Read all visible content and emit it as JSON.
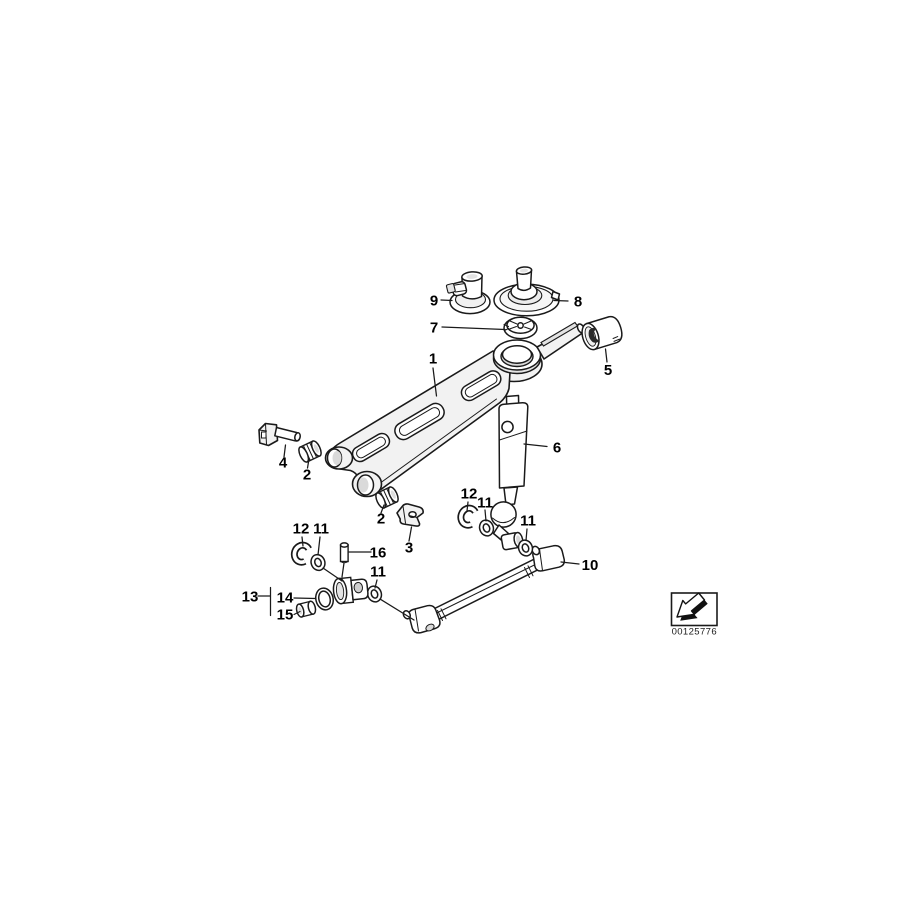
{
  "diagram": {
    "image_id": "00125776",
    "stamp_icon": "corner-arrow-icon",
    "colors": {
      "line": "#1a1a1a",
      "background": "#ffffff"
    },
    "callouts": {
      "c1": "1",
      "c2a": "2",
      "c2b": "2",
      "c3": "3",
      "c4": "4",
      "c5": "5",
      "c6": "6",
      "c7": "7",
      "c8": "8",
      "c9": "9",
      "c10": "10",
      "c11a": "11",
      "c11b": "11",
      "c11c": "11",
      "c11d": "11",
      "c12a": "12",
      "c12b": "12",
      "c13": "13",
      "c14": "14",
      "c15": "15",
      "c16": "16"
    }
  }
}
